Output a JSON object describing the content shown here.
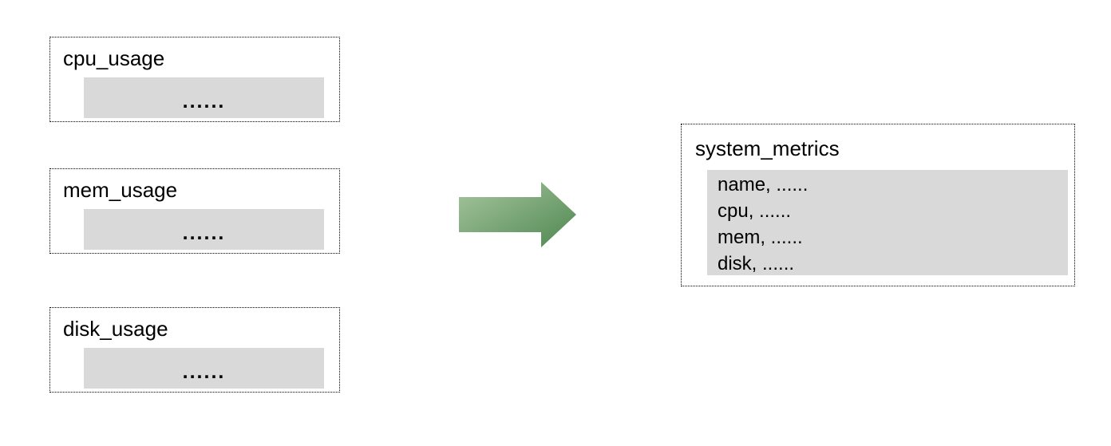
{
  "diagram": {
    "sources": [
      {
        "title": "cpu_usage",
        "bar_text": "......"
      },
      {
        "title": "mem_usage",
        "bar_text": "......"
      },
      {
        "title": "disk_usage",
        "bar_text": "......"
      }
    ],
    "arrow": {
      "direction": "right",
      "gradient_start": "#a8c6a0",
      "gradient_end": "#4e8750"
    },
    "target": {
      "title": "system_metrics",
      "rows": [
        "name, ......",
        "cpu, ......",
        "mem, ......",
        "disk, ......"
      ]
    },
    "colors": {
      "bar_fill": "#d9d9d9",
      "border": "#000000",
      "background": "#ffffff"
    }
  }
}
